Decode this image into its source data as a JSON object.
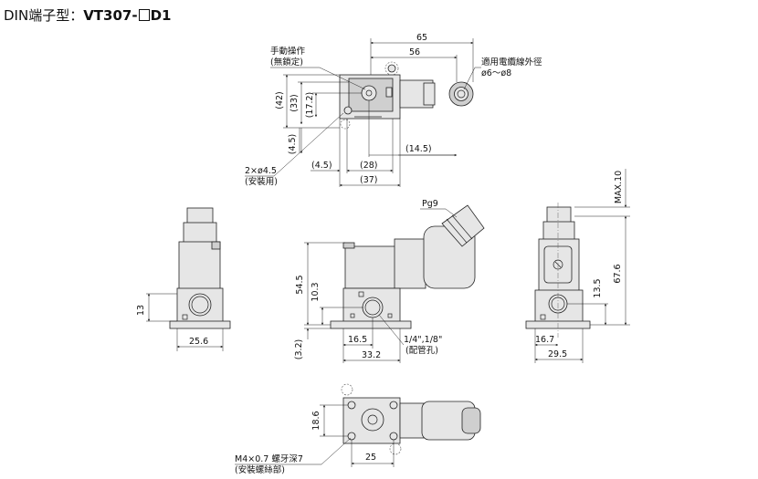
{
  "title": {
    "prefix": "DIN端子型：",
    "model_a": "VT307-",
    "model_b": "D1"
  },
  "labels": {
    "manual_override_1": "手動操作",
    "manual_override_2": "(無鎖定)",
    "cable_od_1": "適用電纜線外徑",
    "cable_od_2": "ø6〜ø8",
    "mount_holes_1": "2×ø4.5",
    "mount_holes_2": "(安裝用)",
    "thread": "Pg9",
    "port_1": "1/4\",1/8\"",
    "port_2": "(配管孔)",
    "screw_1": "M4×0.7 螺牙深7",
    "screw_2": "(安裝螺絲部)"
  },
  "dims": {
    "d65": "65",
    "d56": "56",
    "d42": "(42)",
    "d33": "(33)",
    "d17_2": "(17.2)",
    "d4_5v": "(4.5)",
    "d4_5h": "(4.5)",
    "d28": "(28)",
    "d14_5": "(14.5)",
    "d37": "(37)",
    "d13": "13",
    "d25_6": "25.6",
    "d54_5": "54.5",
    "d10_3": "10.3",
    "d3_2": "(3.2)",
    "d16_5": "16.5",
    "d33_2": "33.2",
    "max10": "MAX.10",
    "d67_6": "67.6",
    "d13_5": "13.5",
    "d16_7": "16.7",
    "d29_5": "29.5",
    "d18_6": "18.6",
    "d25": "25"
  }
}
